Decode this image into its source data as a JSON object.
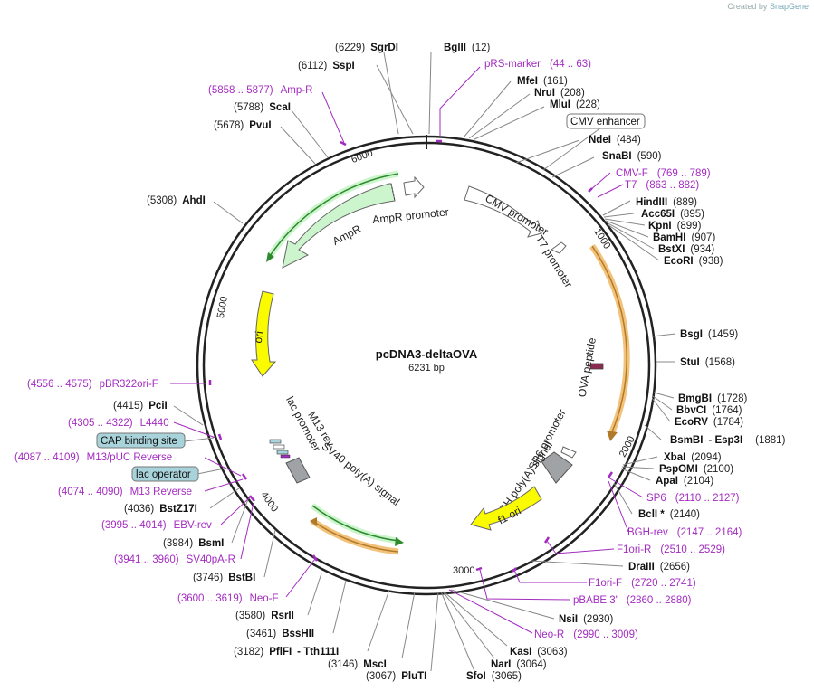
{
  "credit": {
    "prefix": "Created by",
    "brand": "SnapGene"
  },
  "plasmid": {
    "name": "pcDNA3-deltaOVA",
    "size": "6231 bp"
  },
  "ring_ticks": [
    "1000",
    "2000",
    "3000",
    "4000",
    "5000",
    "6000"
  ],
  "sites": [
    {
      "pos": "(6229)",
      "name": "SgrDI"
    },
    {
      "name": "BglII",
      "pos": "(12)"
    },
    {
      "pos": "(6112)",
      "name": "SspI"
    },
    {
      "name": "MfeI",
      "pos": "(161)"
    },
    {
      "name": "NruI",
      "pos": "(208)"
    },
    {
      "name": "MluI",
      "pos": "(228)"
    },
    {
      "pos": "(5788)",
      "name": "ScaI"
    },
    {
      "pos": "(5678)",
      "name": "PvuI"
    },
    {
      "name": "NdeI",
      "pos": "(484)"
    },
    {
      "name": "SnaBI",
      "pos": "(590)"
    },
    {
      "pos": "(5308)",
      "name": "AhdI"
    },
    {
      "name": "HindIII",
      "pos": "(889)"
    },
    {
      "name": "Acc65I",
      "pos": "(895)"
    },
    {
      "name": "KpnI",
      "pos": "(899)"
    },
    {
      "name": "BamHI",
      "pos": "(907)"
    },
    {
      "name": "BstXI",
      "pos": "(934)"
    },
    {
      "name": "EcoRI",
      "pos": "(938)"
    },
    {
      "name": "BsgI",
      "pos": "(1459)"
    },
    {
      "name": "StuI",
      "pos": "(1568)"
    },
    {
      "pos": "(4415)",
      "name": "PciI"
    },
    {
      "name": "BmgBI",
      "pos": "(1728)"
    },
    {
      "name": "BbvCI",
      "pos": "(1764)"
    },
    {
      "name": "EcoRV",
      "pos": "(1784)"
    },
    {
      "name": "BsmBI",
      "name2": "- Esp3I",
      "pos": "(1881)"
    },
    {
      "name": "XbaI",
      "pos": "(2094)"
    },
    {
      "name": "PspOMI",
      "pos": "(2100)"
    },
    {
      "name": "ApaI",
      "pos": "(2104)"
    },
    {
      "pos": "(4036)",
      "name": "BstZ17I"
    },
    {
      "name": "BclI *",
      "pos": "(2140)"
    },
    {
      "pos": "(3984)",
      "name": "BsmI"
    },
    {
      "pos": "(3746)",
      "name": "BstBI"
    },
    {
      "name": "DraIII",
      "pos": "(2656)"
    },
    {
      "pos": "(3580)",
      "name": "RsrII"
    },
    {
      "pos": "(3461)",
      "name": "BssHII"
    },
    {
      "pos": "(3182)",
      "name": "PflFI",
      "name2": "- Tth111I"
    },
    {
      "name": "NsiI",
      "pos": "(2930)"
    },
    {
      "name": "KasI",
      "pos": "(3063)"
    },
    {
      "pos": "(3146)",
      "name": "MscI"
    },
    {
      "name": "NarI",
      "pos": "(3064)"
    },
    {
      "pos": "(3067)",
      "name": "PluTI"
    },
    {
      "name": "SfoI",
      "pos": "(3065)"
    }
  ],
  "primers": [
    {
      "name": "pRS-marker",
      "range": "(44 .. 63)"
    },
    {
      "range": "(5858 .. 5877)",
      "name": "Amp-R"
    },
    {
      "name": "CMV-F",
      "range": "(769 .. 789)"
    },
    {
      "name": "T7",
      "range": "(863 .. 882)"
    },
    {
      "range": "(4556 .. 4575)",
      "name": "pBR322ori-F"
    },
    {
      "range": "(4305 .. 4322)",
      "name": "L4440"
    },
    {
      "range": "(4087 .. 4109)",
      "name": "M13/pUC Reverse"
    },
    {
      "range": "(4074 .. 4090)",
      "name": "M13 Reverse"
    },
    {
      "range": "(3995 .. 4014)",
      "name": "EBV-rev"
    },
    {
      "range": "(3941 .. 3960)",
      "name": "SV40pA-R"
    },
    {
      "range": "(3600 .. 3619)",
      "name": "Neo-F"
    },
    {
      "name": "SP6",
      "range": "(2110 .. 2127)"
    },
    {
      "name": "BGH-rev",
      "range": "(2147 .. 2164)"
    },
    {
      "name": "F1ori-R",
      "range": "(2510 .. 2529)"
    },
    {
      "name": "F1ori-F",
      "range": "(2720 .. 2741)"
    },
    {
      "name": "pBABE 3'",
      "range": "(2860 .. 2880)"
    },
    {
      "name": "Neo-R",
      "range": "(2990 .. 3009)"
    }
  ],
  "boxed_features": {
    "cmv_enhancer": "CMV enhancer",
    "cap": "CAP binding site",
    "lac_operator": "lac operator"
  },
  "features": {
    "ampr_promoter": "AmpR promoter",
    "ampr": "AmpR",
    "cmv_promoter": "CMV promoter",
    "t7_promoter": "T7 promoter",
    "ori": "ori",
    "ova_peptide": "OVA peptide",
    "lac_promoter": "lac promoter",
    "m13_rev": "M13 rev",
    "sv40": "SV40 poly(A) signal",
    "sp6_promoter": "SP6 promoter",
    "bgh": "bGH poly(A) signal",
    "f1_ori": "f1 ori"
  },
  "colors": {
    "ampr_fill": "#cdf5cd",
    "ampr_outline": "#2b8a2b",
    "ori_fill": "#fbfb00",
    "orf_highlight": "#f3c27a",
    "orf_line": "#b07a2a",
    "primer": "#a32bc0",
    "box_fill": "#a8d3da",
    "ova_fill": "#8a2b52",
    "ring": "#222222"
  }
}
